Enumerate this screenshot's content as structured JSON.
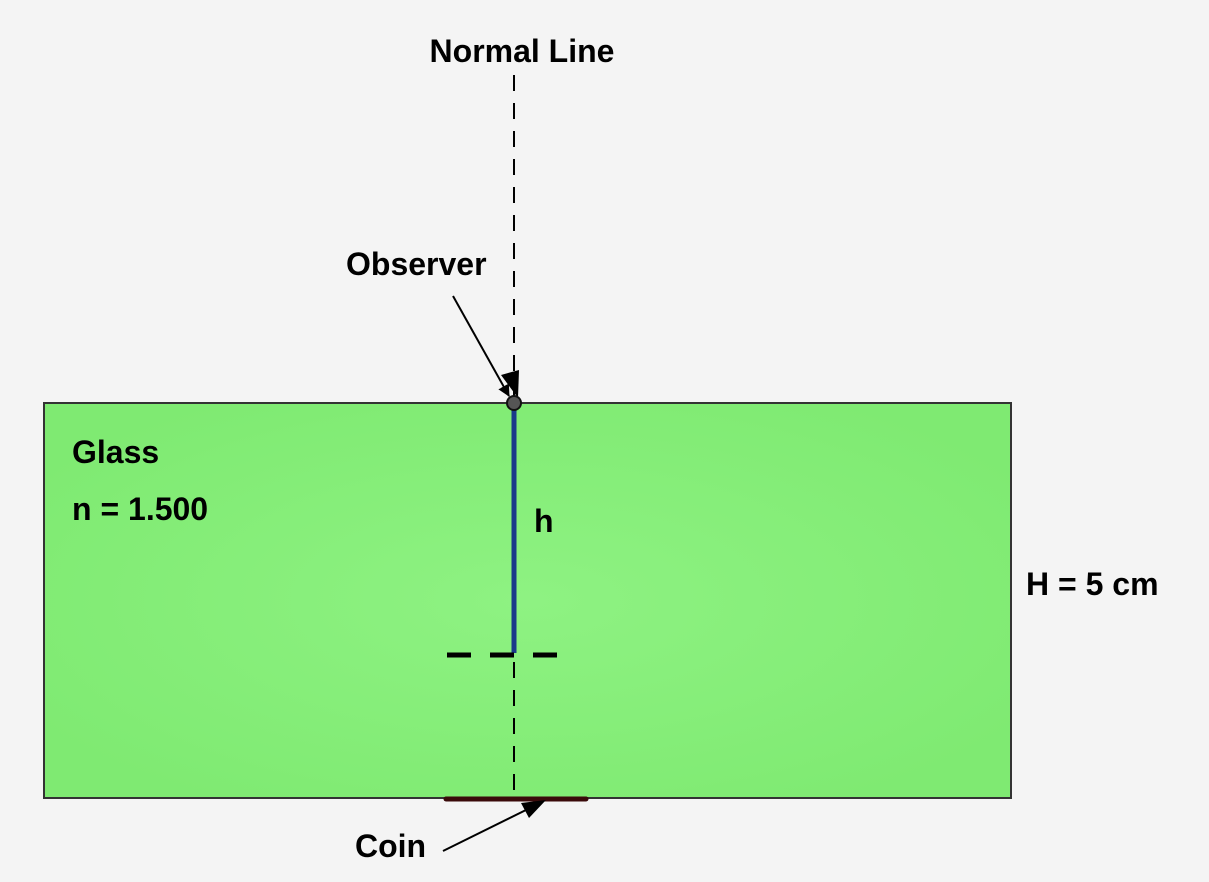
{
  "labels": {
    "normal_line": "Normal Line",
    "observer": "Observer",
    "material": "Glass",
    "refractive_index": "n = 1.500",
    "apparent_depth": "h",
    "thickness": "H = 5 cm",
    "object": "Coin"
  },
  "colors": {
    "glass_fill": "#88ee7a",
    "apparent_depth_line": "#1a3a8a",
    "coin": "#3a0a0a",
    "background": "#f4f4f4"
  }
}
